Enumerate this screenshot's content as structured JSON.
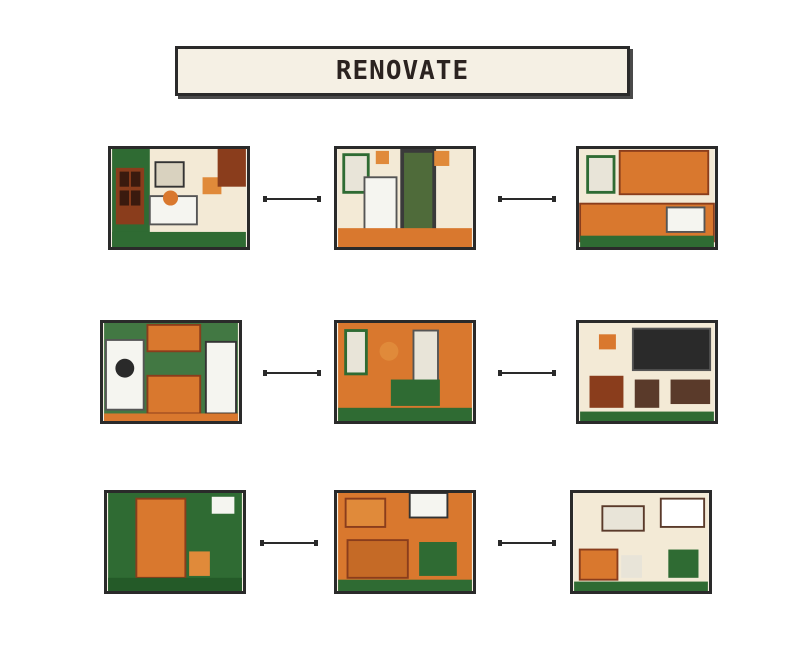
{
  "title": "RENOVATE",
  "colors": {
    "orange": "#d9782e",
    "green": "#2f6b33",
    "cream": "#f5efe2",
    "dark": "#2a2a2a"
  },
  "tiles": [
    {
      "row": 1,
      "col": 1,
      "scene": "kitchen-window-sink"
    },
    {
      "row": 1,
      "col": 2,
      "scene": "fridge-ladder"
    },
    {
      "row": 1,
      "col": 3,
      "scene": "cabinets-bathtub"
    },
    {
      "row": 2,
      "col": 1,
      "scene": "washer-cabinets-shelf"
    },
    {
      "row": 2,
      "col": 2,
      "scene": "orange-room-door"
    },
    {
      "row": 2,
      "col": 3,
      "scene": "tv-living-room"
    },
    {
      "row": 3,
      "col": 1,
      "scene": "green-room-fridge"
    },
    {
      "row": 3,
      "col": 2,
      "scene": "kitchen-counter-sign"
    },
    {
      "row": 3,
      "col": 3,
      "scene": "room-with-window"
    }
  ]
}
